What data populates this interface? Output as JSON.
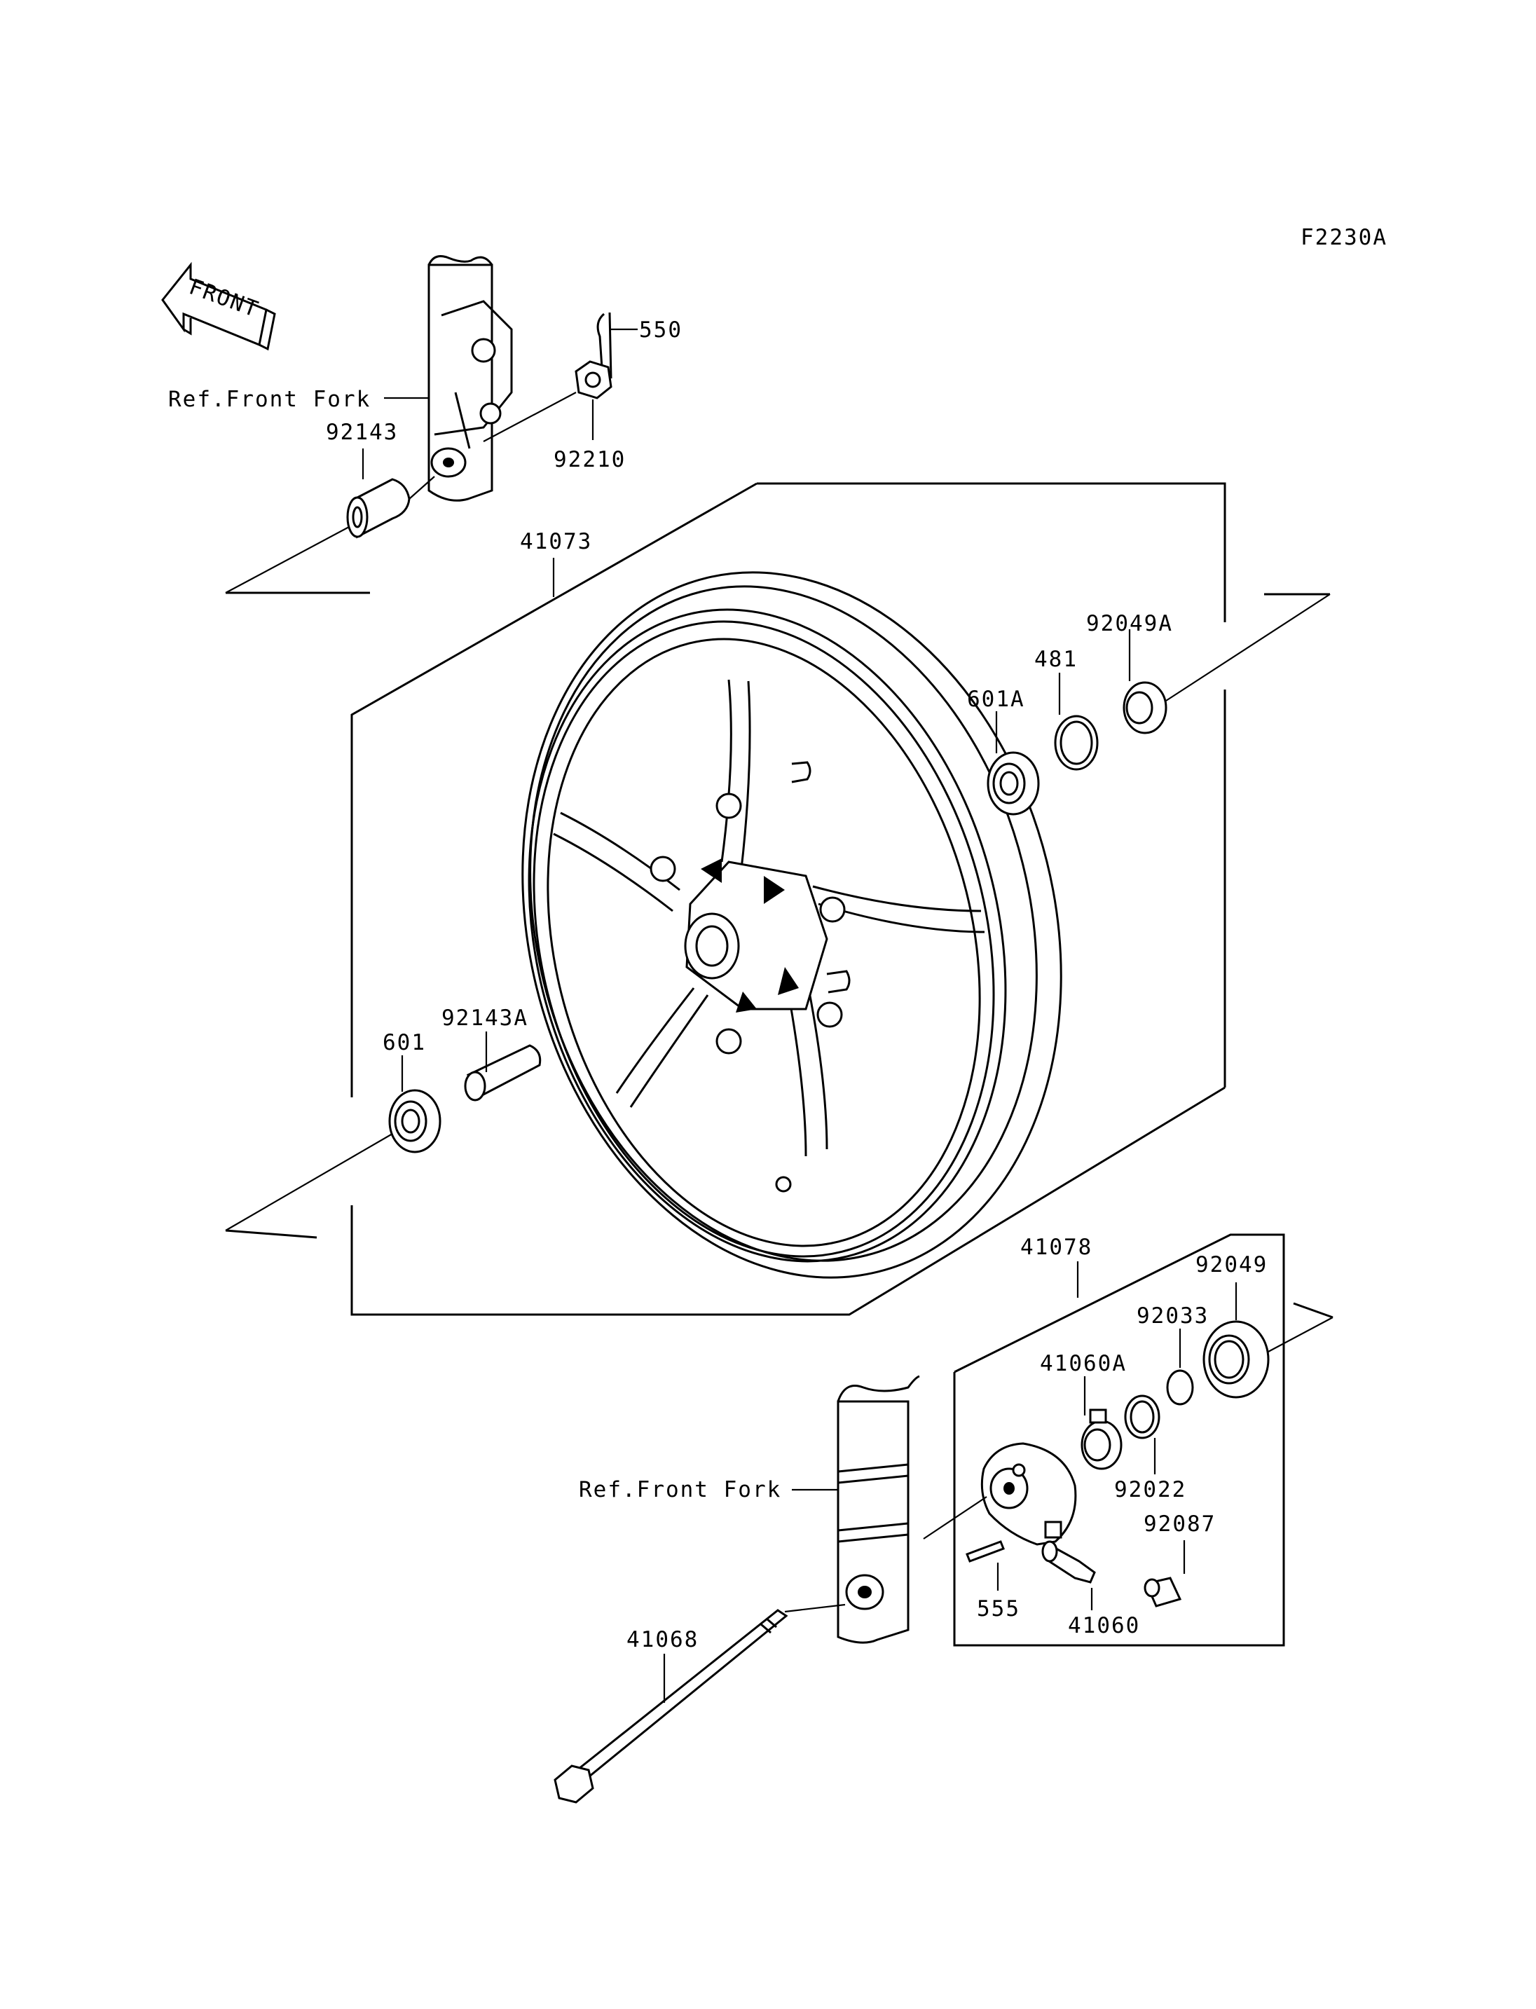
{
  "diagram": {
    "figure_code": "F2230A",
    "front_arrow_text": "FRONT",
    "references": {
      "upper_fork": "Ref.Front Fork",
      "lower_fork": "Ref.Front Fork"
    },
    "parts": {
      "cotter_pin": "550",
      "nut": "92210",
      "collar_upper": "92143",
      "wheel": "41073",
      "oil_seal_right": "92049A",
      "circlip": "481",
      "bearing_right": "601A",
      "collar_center": "92143A",
      "bearing_left": "601",
      "gear_housing": "41078",
      "oil_seal_housing": "92049",
      "circlip_housing": "92033",
      "pinion_gear": "41060A",
      "washer": "92022",
      "bushing": "92087",
      "pin": "555",
      "drive_gear": "41060",
      "axle": "41068"
    }
  }
}
